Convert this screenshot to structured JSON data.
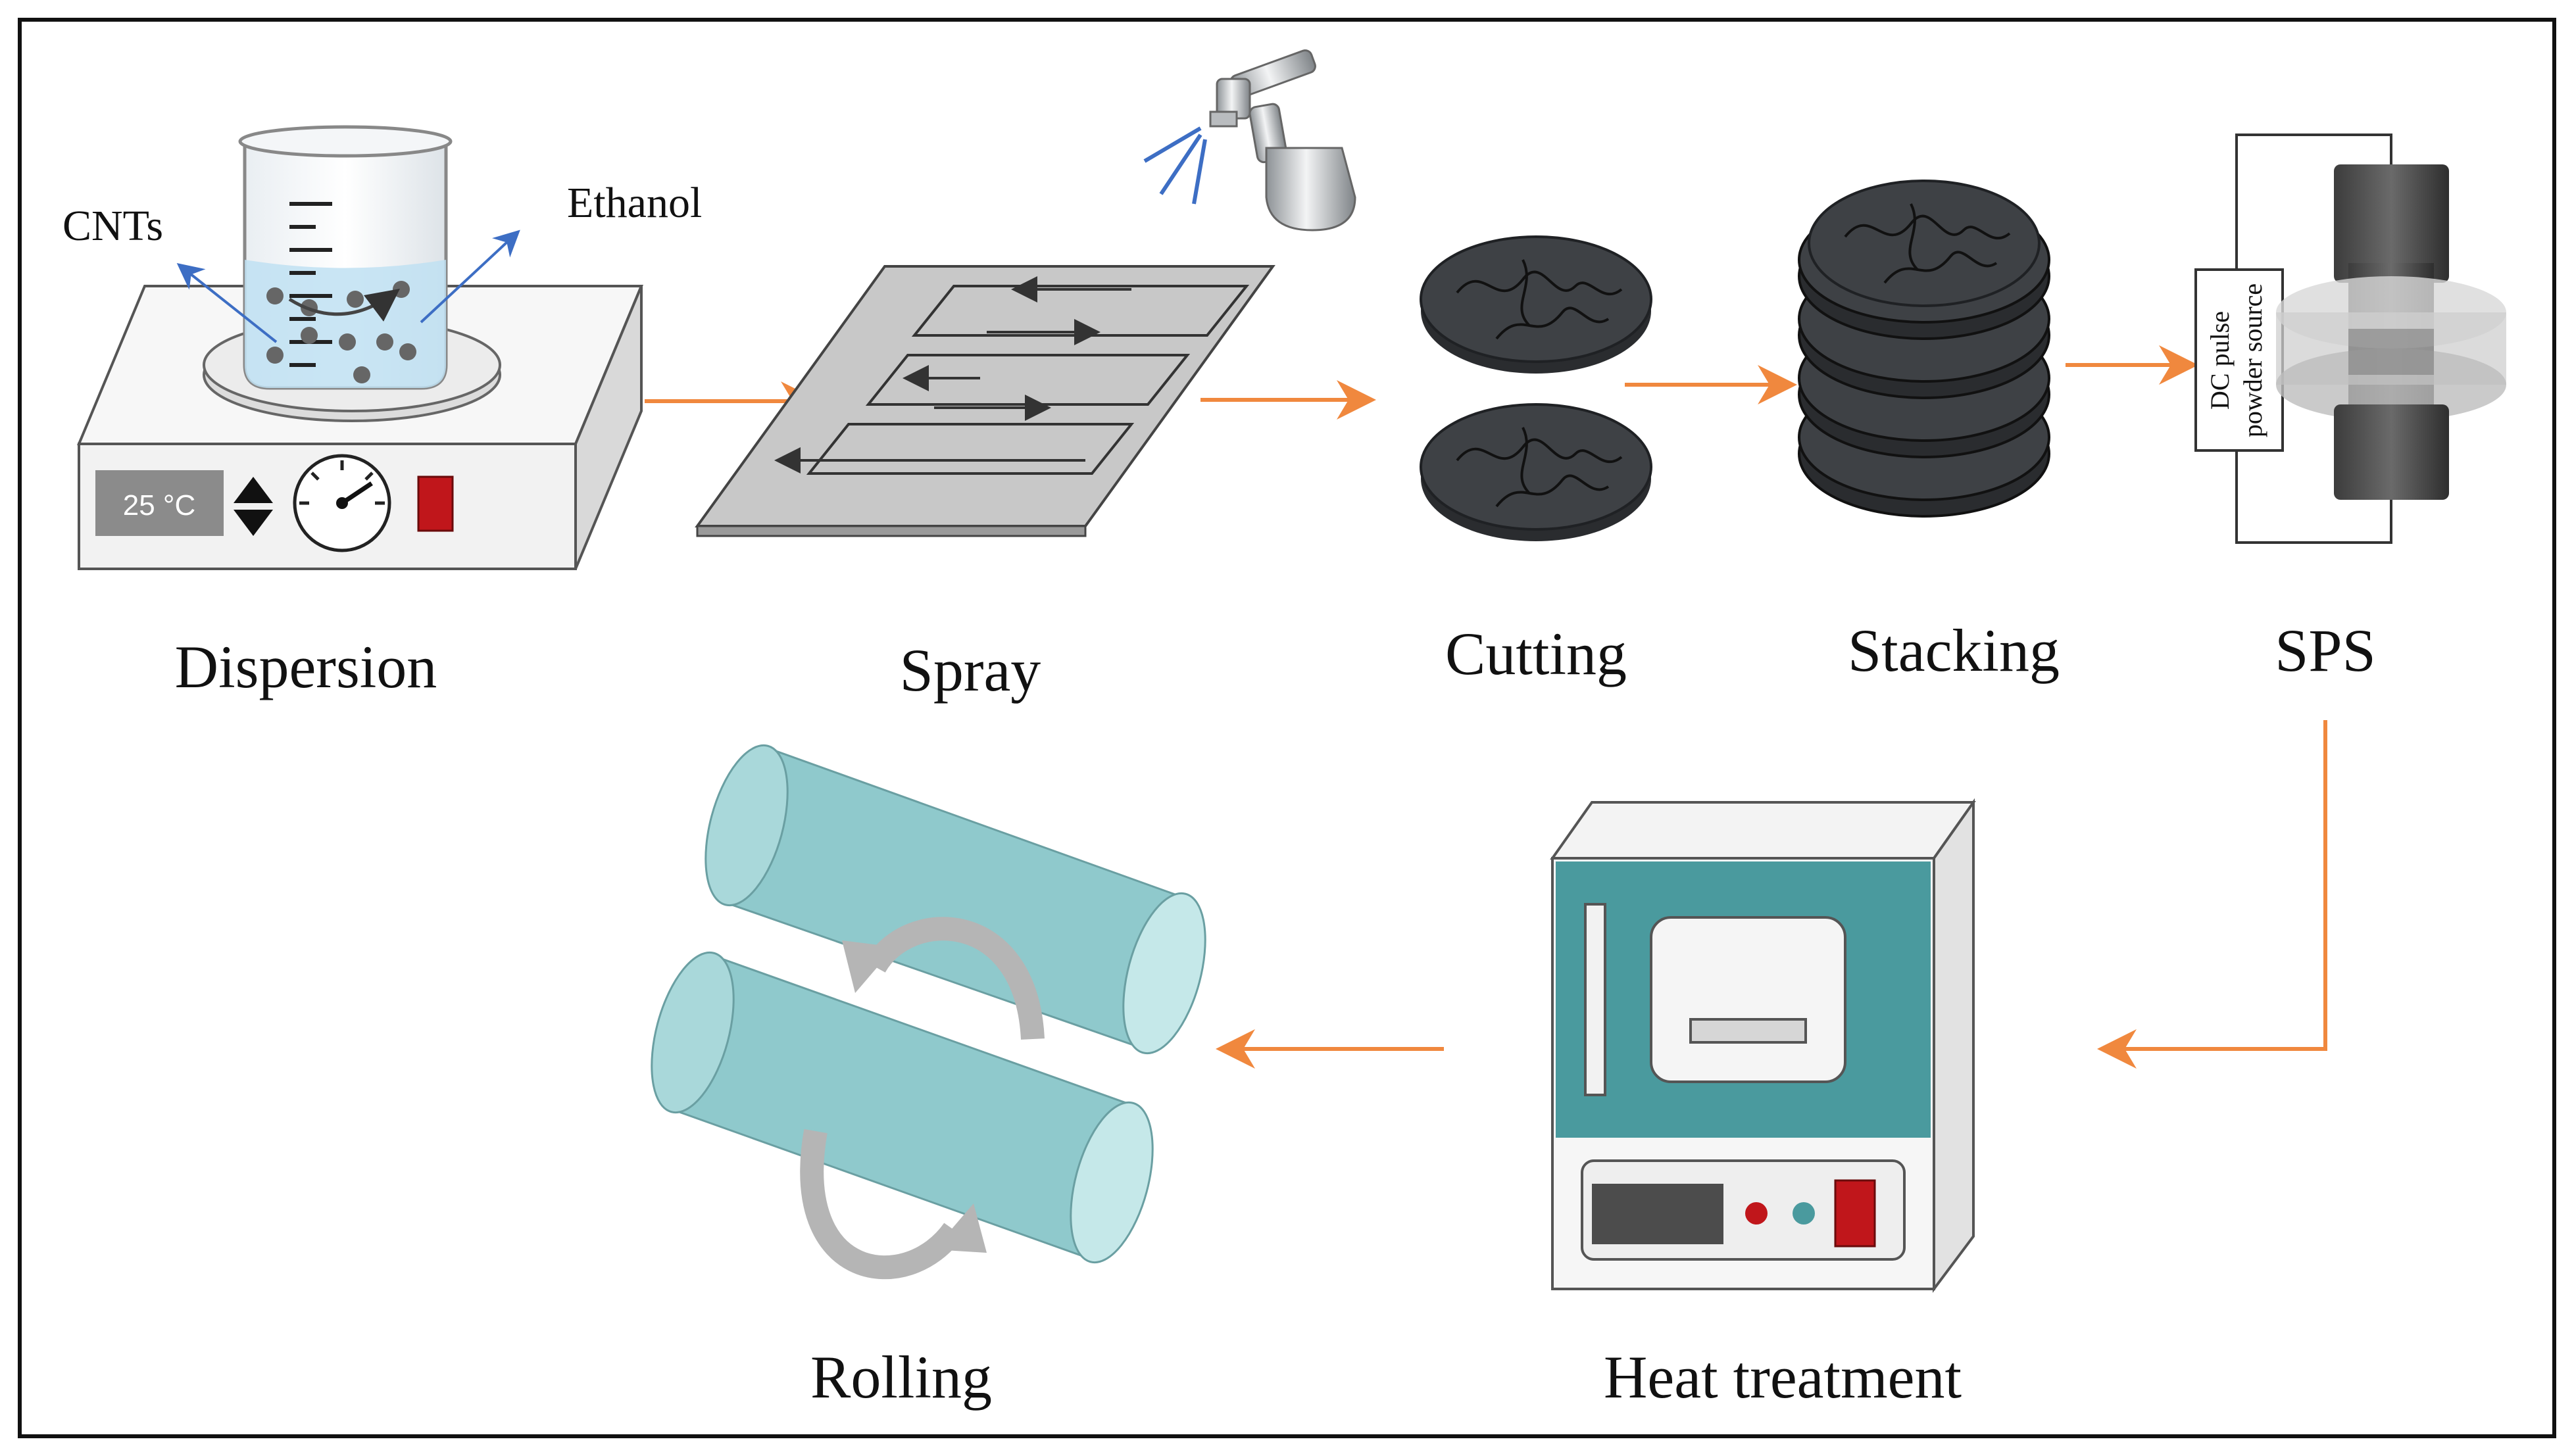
{
  "stages": {
    "dispersion": "Dispersion",
    "spray": "Spray",
    "cutting": "Cutting",
    "stacking": "Stacking",
    "sps": "SPS",
    "heat_treatment": "Heat treatment",
    "rolling": "Rolling"
  },
  "annotations": {
    "cnts": "CNTs",
    "ethanol": "Ethanol",
    "temperature": "25 °C",
    "sps_source_line1": "DC pulse",
    "sps_source_line2": "powder source"
  },
  "colors": {
    "flow_arrow": "#F0883E",
    "disc": "#3E4145",
    "cylinder": "#8FC9CC",
    "furnace": "#4A9A9E",
    "indicator_red": "#C0161B",
    "annotation_arrow": "#3D6EC4"
  }
}
